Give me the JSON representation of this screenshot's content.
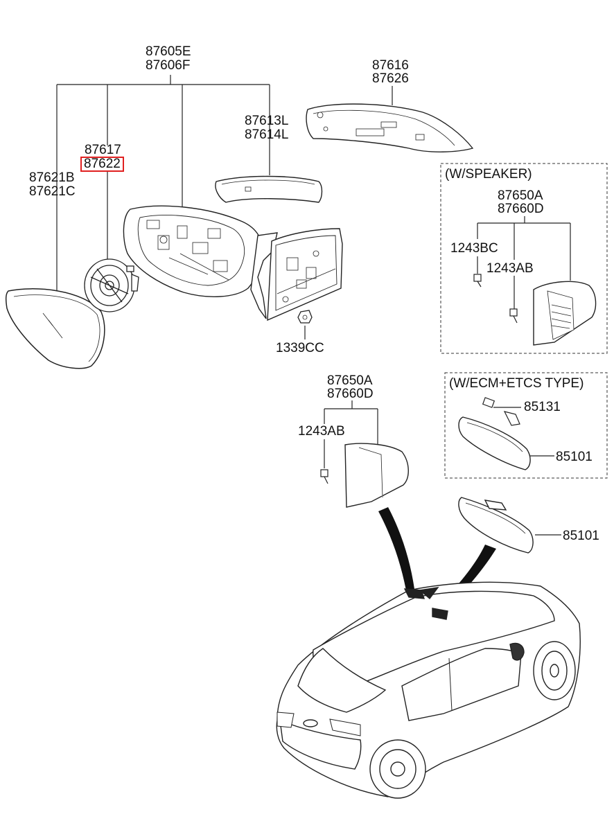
{
  "labels": {
    "mirror_assy": [
      "87605E",
      "87606F"
    ],
    "cover_cap": [
      "87616",
      "87626"
    ],
    "garnish": [
      "87613L",
      "87614L"
    ],
    "actuator_a": "87617",
    "actuator_b": "87622",
    "glass": [
      "87621B",
      "87621C"
    ],
    "nut": "1339CC",
    "speaker_box_title": "(W/SPEAKER)",
    "speaker_part": [
      "87650A",
      "87660D"
    ],
    "speaker_screw1": "1243BC",
    "speaker_screw2": "1243AB",
    "ecm_box_title": "(W/ECM+ETCS TYPE)",
    "ecm_part1": "85131",
    "ecm_part2": "85101",
    "bracket_part": [
      "87650A",
      "87660D"
    ],
    "bracket_screw": "1243AB",
    "inside_mirror": "85101"
  },
  "colors": {
    "line": "#222222",
    "highlight": "#e02020"
  }
}
